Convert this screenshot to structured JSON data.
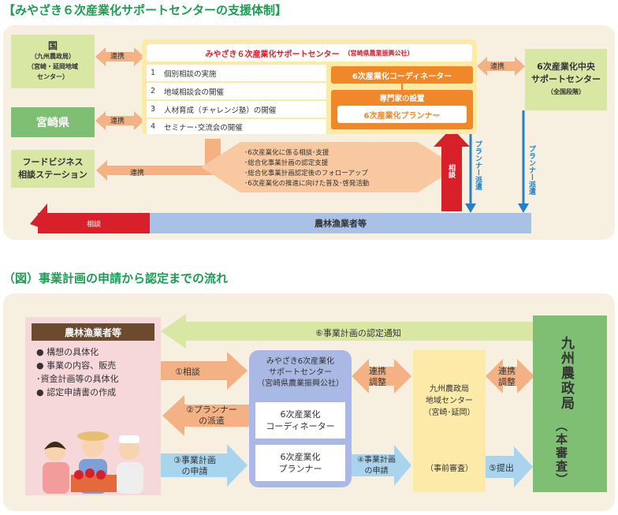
{
  "diagram1": {
    "title": "【みやざき６次産業化サポートセンターの支援体制】",
    "kuni": {
      "name": "国",
      "sub1": "（九州農政局）",
      "sub2": "（宮崎・延岡地域",
      "sub3": "センター）"
    },
    "miyazaki_pref": "宮崎県",
    "food_biz": {
      "line1": "フードビジネス",
      "line2": "相談ステーション"
    },
    "center": {
      "title": "みやざき６次産業化サポートセンター",
      "title_sub": "（宮崎県農業振興公社）",
      "items": [
        {
          "no": "1",
          "text": "個別相談の実施"
        },
        {
          "no": "2",
          "text": "地域相談会の開催"
        },
        {
          "no": "3",
          "text": "人材育成（チャレンジ塾）の開催"
        },
        {
          "no": "4",
          "text": "セミナー･交流会の開催"
        }
      ],
      "coordinator": "6次産業化コーディネーター",
      "expert": "専門家の設置",
      "planner": "6次産業化プランナー"
    },
    "central": {
      "line1": "6次産業化中央",
      "line2": "サポートセンター",
      "sub": "（全国段階）"
    },
    "renkei": "連携",
    "soudan": "相談",
    "planner_dispatch": "プランナー派遣",
    "support_list": [
      "･6次産業化に係る相談･支援",
      "･総合化事業計画の認定支援",
      "･総合化事業計画認定後のフォローアップ",
      "･6次産業化の推進に向けた普及･啓発活動"
    ],
    "farmers": "農林漁業者等"
  },
  "diagram2": {
    "title": "（図）事業計画の申請から認定までの流れ",
    "farmers": {
      "title": "農林漁業者等",
      "bullets": [
        "● 構想の具体化",
        "● 事業の内容、販売",
        "･資金計画等の具体化",
        "● 認定申請書の作成"
      ]
    },
    "arrow_consult": "①相談",
    "arrow_dispatch": {
      "line1": "②プランナー",
      "line2": "の派遣"
    },
    "arrow_apply1": {
      "line1": "③事業計画",
      "line2": "の申請"
    },
    "arrow_notice": "⑥事業計画の認定通知",
    "center": {
      "line1": "みやざき6次産業化",
      "line2": "サポートセンター",
      "line3": "（宮崎県農業振興公社）",
      "coord1": "6次産業化",
      "coord2": "コーディネーター",
      "plan1": "6次産業化",
      "plan2": "プランナー"
    },
    "renkei1": {
      "line1": "連携",
      "line2": "調整"
    },
    "arrow_apply2": {
      "line1": "④事業計画",
      "line2": "の申請"
    },
    "regional": {
      "line1": "九州農政局",
      "line2": "地域センター",
      "line3": "（宮崎･延岡）",
      "pre": "（事前審査）"
    },
    "renkei2": {
      "line1": "連携",
      "line2": "調整"
    },
    "arrow_submit": "⑤提出",
    "kyushu": {
      "main": "九州農政局",
      "sub": "（本審査）"
    }
  },
  "colors": {
    "green": "#1f9b52",
    "orange": "#f0882a",
    "red": "#d8202a",
    "blue": "#2a7fc4",
    "pink": "#f6d7da"
  },
  "icons": [
    "farmers-illustration"
  ]
}
